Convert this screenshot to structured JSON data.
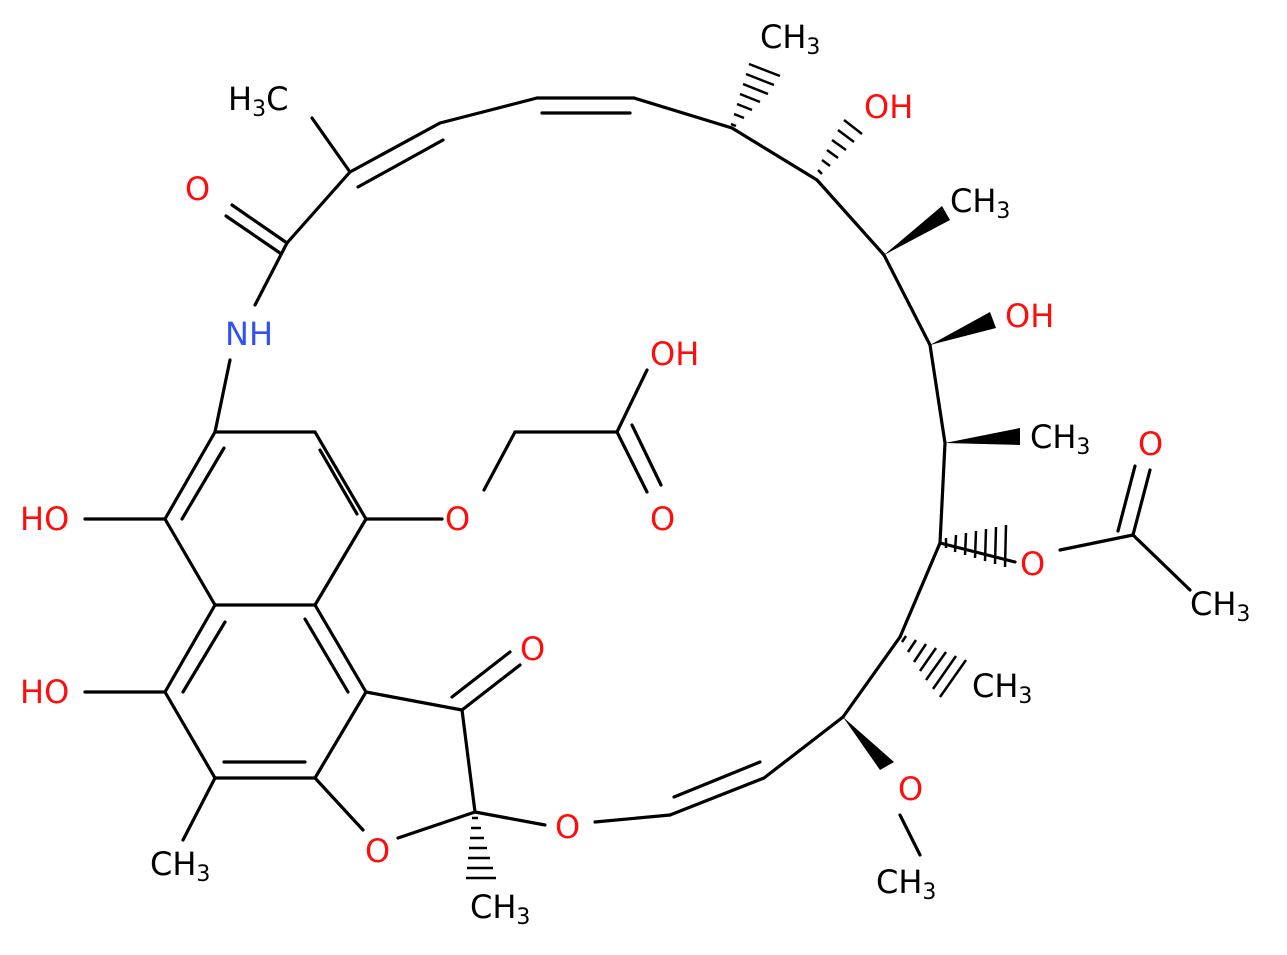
{
  "molecule": {
    "labels": {
      "oh_left_top": "HO",
      "oh_left_bottom": "HO",
      "oh_top_right_1": "OH",
      "oh_mid_right": "OH",
      "oh_acid": "OH",
      "nh": "NH",
      "o_amide": "O",
      "o_ether_ring": "O",
      "o_acid_carbonyl": "O",
      "o_ketone": "O",
      "o_furan": "O",
      "o_ketal": "O",
      "o_acetate": "O",
      "o_acetate_carbonyl": "O",
      "o_methoxy": "O",
      "ch3_main": "CH",
      "h3_prefix": "H",
      "c_suffix": "C",
      "sub3": "3"
    },
    "colors": {
      "oxygen": "#ff0d0d",
      "nitrogen": "#3050f8",
      "carbon": "#000000"
    }
  }
}
